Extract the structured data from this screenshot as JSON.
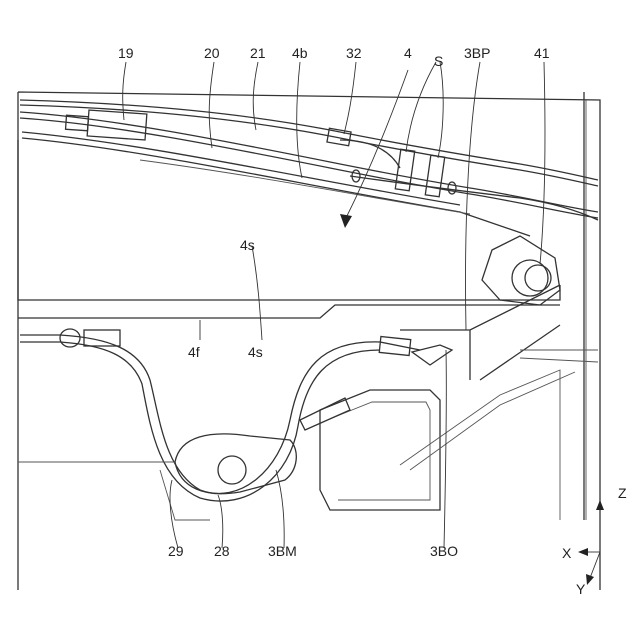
{
  "labels": {
    "l19": "19",
    "l20": "20",
    "l21": "21",
    "l4b": "4b",
    "l32": "32",
    "l4": "4",
    "lS": "S",
    "l3BP": "3BP",
    "l41": "41",
    "l4f": "4f",
    "l4s": "4s",
    "l29": "29",
    "l28": "28",
    "l3BM": "3BM",
    "l3BO": "3BO"
  },
  "axes": {
    "z": "Z",
    "x": "X",
    "y": "Y"
  }
}
